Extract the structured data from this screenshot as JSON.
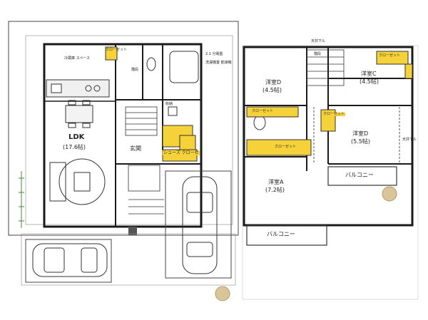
{
  "floor1": {
    "ldk_label": "LDK",
    "ldk_size": "(17.6帖)",
    "entrance": "玄関",
    "shoe_closet": "シューズ クローゼ",
    "closet": "クローゼット",
    "kitchen_note": "冷蔵庫 スペース",
    "storage_note": "收納",
    "note_top_right": "洗濯機置 乾燥機",
    "note_side": "2.1 分電盤",
    "stair": "階段"
  },
  "floor2": {
    "room_d1": "洋室D",
    "room_d1_size": "(4.5帖)",
    "room_c": "洋室C",
    "room_c_size": "(4.5帖)",
    "room_d2": "洋室D",
    "room_d2_size": "(5.5帖)",
    "room_a": "洋室A",
    "room_a_size": "(7.2帖)",
    "stair": "階段",
    "closet_1": "クローゼット",
    "closet_2": "クローゼット",
    "closet_3": "クローゼット",
    "closet_4": "クローゼット",
    "balcony_1": "バルコニー",
    "balcony_2": "バルコニー",
    "ceiling_note": "天井下ル",
    "ceiling_note2": "天井下ル"
  },
  "colors": {
    "wall": "#1a1a1a",
    "closet": "#f6d23a",
    "stamp": "#b59a63"
  }
}
